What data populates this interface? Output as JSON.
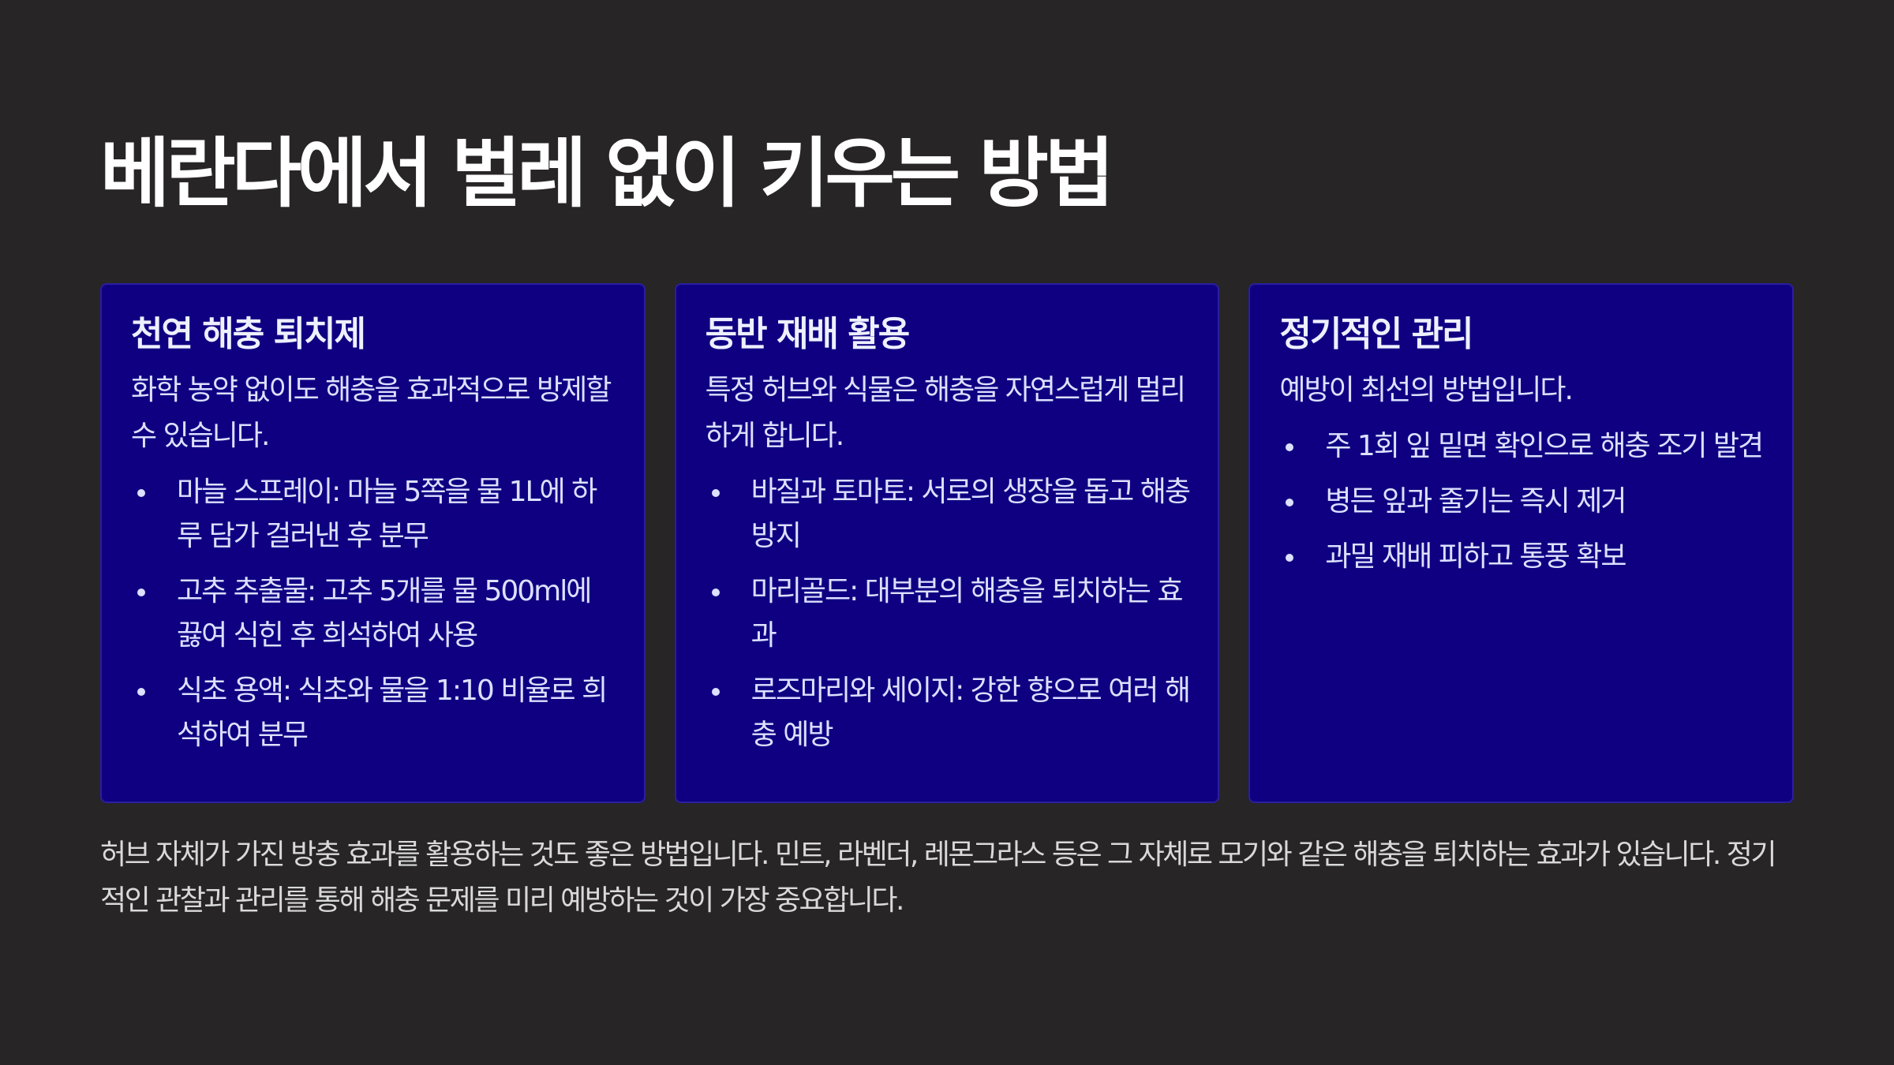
{
  "title": "베란다에서 벌레 없이 키우는 방법",
  "cards": [
    {
      "title": "천연 해충 퇴치제",
      "intro": "화학 농약 없이도 해충을 효과적으로 방제할 수 있습니다.",
      "items": [
        "마늘 스프레이: 마늘 5쪽을 물 1L에 하루 담가 걸러낸 후 분무",
        "고추 추출물: 고추 5개를 물 500ml에 끓여 식힌 후 희석하여 사용",
        "식초 용액: 식초와 물을 1:10 비율로 희석하여 분무"
      ]
    },
    {
      "title": "동반 재배 활용",
      "intro": "특정 허브와 식물은 해충을 자연스럽게 멀리하게 합니다.",
      "items": [
        "바질과 토마토: 서로의 생장을 돕고 해충 방지",
        "마리골드: 대부분의 해충을 퇴치하는 효과",
        "로즈마리와 세이지: 강한 향으로 여러 해충 예방"
      ]
    },
    {
      "title": "정기적인 관리",
      "intro": "예방이 최선의 방법입니다.",
      "items": [
        "주 1회 잎 밑면 확인으로 해충 조기 발견",
        "병든 잎과 줄기는 즉시 제거",
        "과밀 재배 피하고 통풍 확보"
      ]
    }
  ],
  "footer": "허브 자체가 가진 방충 효과를 활용하는 것도 좋은 방법입니다. 민트, 라벤더, 레몬그라스 등은 그 자체로 모기와 같은 해충을 퇴치하는 효과가 있습니다. 정기적인 관찰과 관리를 통해 해충 문제를 미리 예방하는 것이 가장 중요합니다.",
  "colors": {
    "background": "#272526",
    "card_background": "#0f0081",
    "title_text": "#ffffff",
    "body_text": "#dde0ff"
  }
}
